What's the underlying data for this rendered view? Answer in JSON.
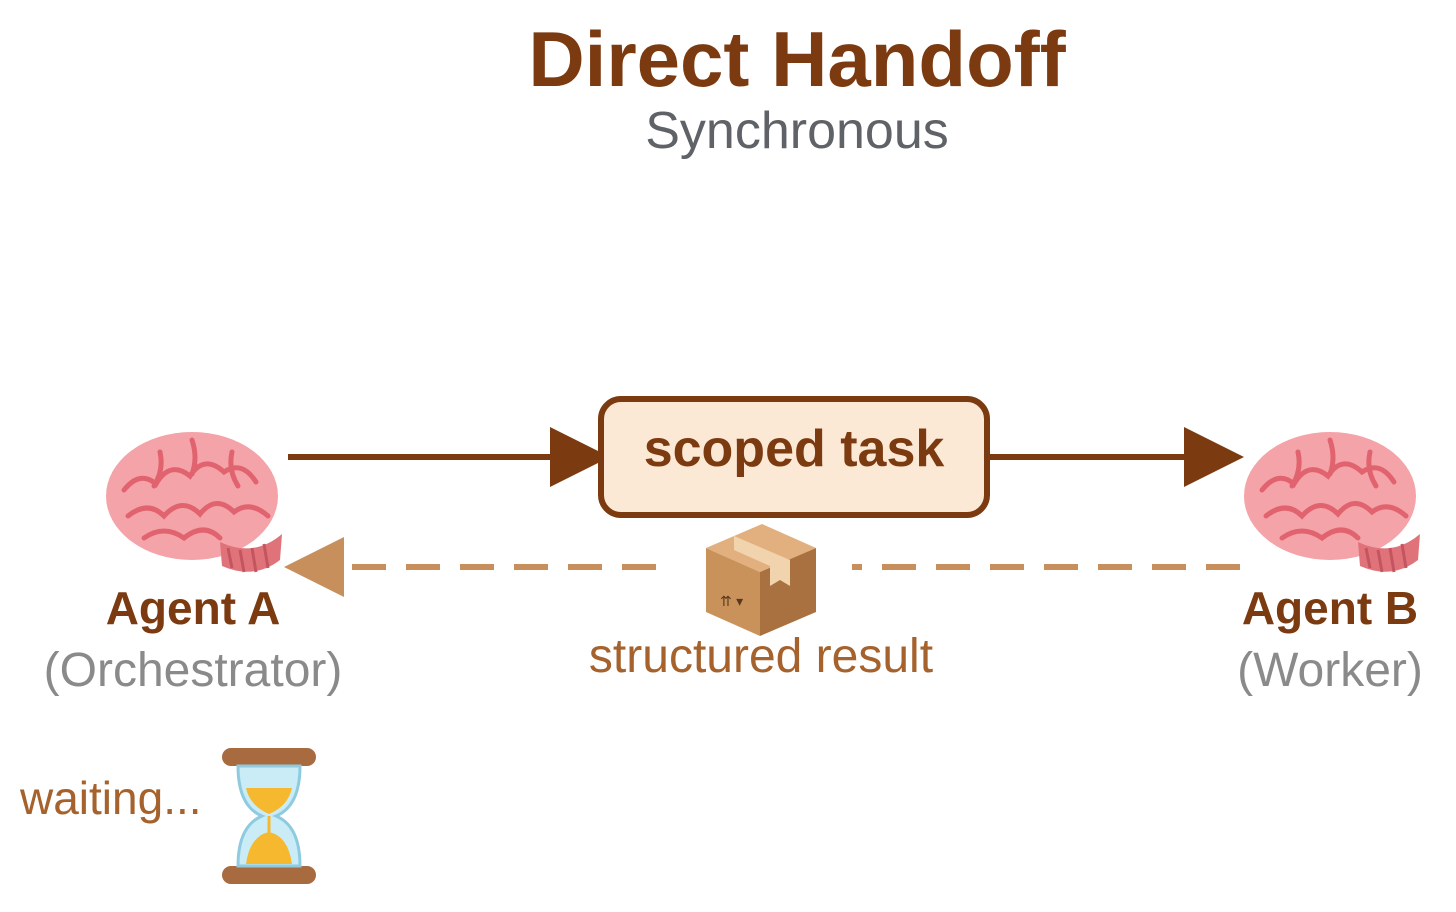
{
  "title": "Direct Handoff",
  "subtitle": "Synchronous",
  "task_box": {
    "label": "scoped task"
  },
  "result": {
    "label": "structured result"
  },
  "agent_a": {
    "name": "Agent A",
    "role": "(Orchestrator)"
  },
  "agent_b": {
    "name": "Agent B",
    "role": "(Worker)"
  },
  "waiting": {
    "label": "waiting..."
  },
  "colors": {
    "title": "#7b3a10",
    "subtitle": "#5f6368",
    "agent_name": "#7b3a10",
    "agent_role": "#8a8a8a",
    "arrow_solid": "#7b3a10",
    "arrow_dashed": "#c78f5c",
    "result_text": "#a5622c",
    "waiting_text": "#a5622c",
    "task_fill": "#fbe9d6",
    "task_stroke": "#7b3a10",
    "brain": "#f4a3a8",
    "brain_fold": "#e0636f",
    "box": "#c9925a",
    "hourglass_frame": "#a86a3f",
    "sand": "#f5b82e",
    "glass": "#c9ecf7"
  },
  "icons": {
    "agent_a": "brain-icon",
    "agent_b": "brain-icon",
    "result": "package-icon",
    "waiting": "hourglass-icon"
  }
}
